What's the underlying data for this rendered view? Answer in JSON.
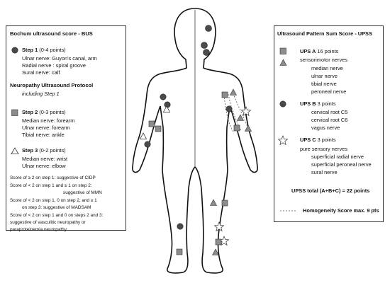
{
  "bus": {
    "title": "Bochum ultrasound score - BUS",
    "step1": {
      "label": "Step 1",
      "points": " (0-4 points)",
      "lines": [
        "Ulnar nerve: Guyon's canal, arm",
        "Radial nerve : spiral groove",
        "Sural nerve: calf"
      ]
    },
    "protocol": {
      "title": "Neuropathy Ultrasound Protocol",
      "subtitle": "including Step 1"
    },
    "step2": {
      "label": "Step 2",
      "points": " (0-3 points)",
      "lines": [
        "Median nerve: forearm",
        "Ulnar nerve: forearm",
        "Tibial nerve: ankle"
      ]
    },
    "step3": {
      "label": "Step 3",
      "points": " (0-2 points)",
      "lines": [
        "Median nerve: wrist",
        "Ulnar nerve: elbow"
      ]
    },
    "scores": [
      "Score of ≥ 2 on step 1: suggestive of CIDP",
      "Score of < 2 on step 1 and ≥ 1 on step 2:",
      "suggestive of MMN",
      "Score of < 2 on step 1, 0 on step 2, and ≥ 1",
      "on step 3: suggestive of MADSAM",
      "Score of < 2 on step 1 and 0 on steps 2 and 3:",
      "suggestive of vasculitic neuropathy or",
      "paraproteinemia neuropathy"
    ]
  },
  "upss": {
    "title": "Ultrasound Pattern Sum Score - UPSS",
    "a": {
      "label": "UPS A",
      "points": " 16 points",
      "lines": [
        "sensorimotor nerves",
        "median nerve",
        "ulnar nerve",
        "tibial nerve",
        "peroneal nerve"
      ]
    },
    "b": {
      "label": "UPS B",
      "points": " 3 points",
      "lines": [
        "cervical root C5",
        "cervical root C6",
        "vagus nerve"
      ]
    },
    "c": {
      "label": "UPS C",
      "points": " 3 points",
      "lines": [
        "pure sensory nerves",
        "superficial radial nerve",
        "superficial peroneal nerve",
        "sural nerve"
      ]
    },
    "total": "UPSS total (A+B+C) = 22 points",
    "homogeneity": "Homogeneity Score max. 9 pts"
  },
  "colors": {
    "marker_fill": "#8c8c8c",
    "circle_fill": "#4a4a4a",
    "outline": "#111111",
    "midline": "#555555"
  }
}
